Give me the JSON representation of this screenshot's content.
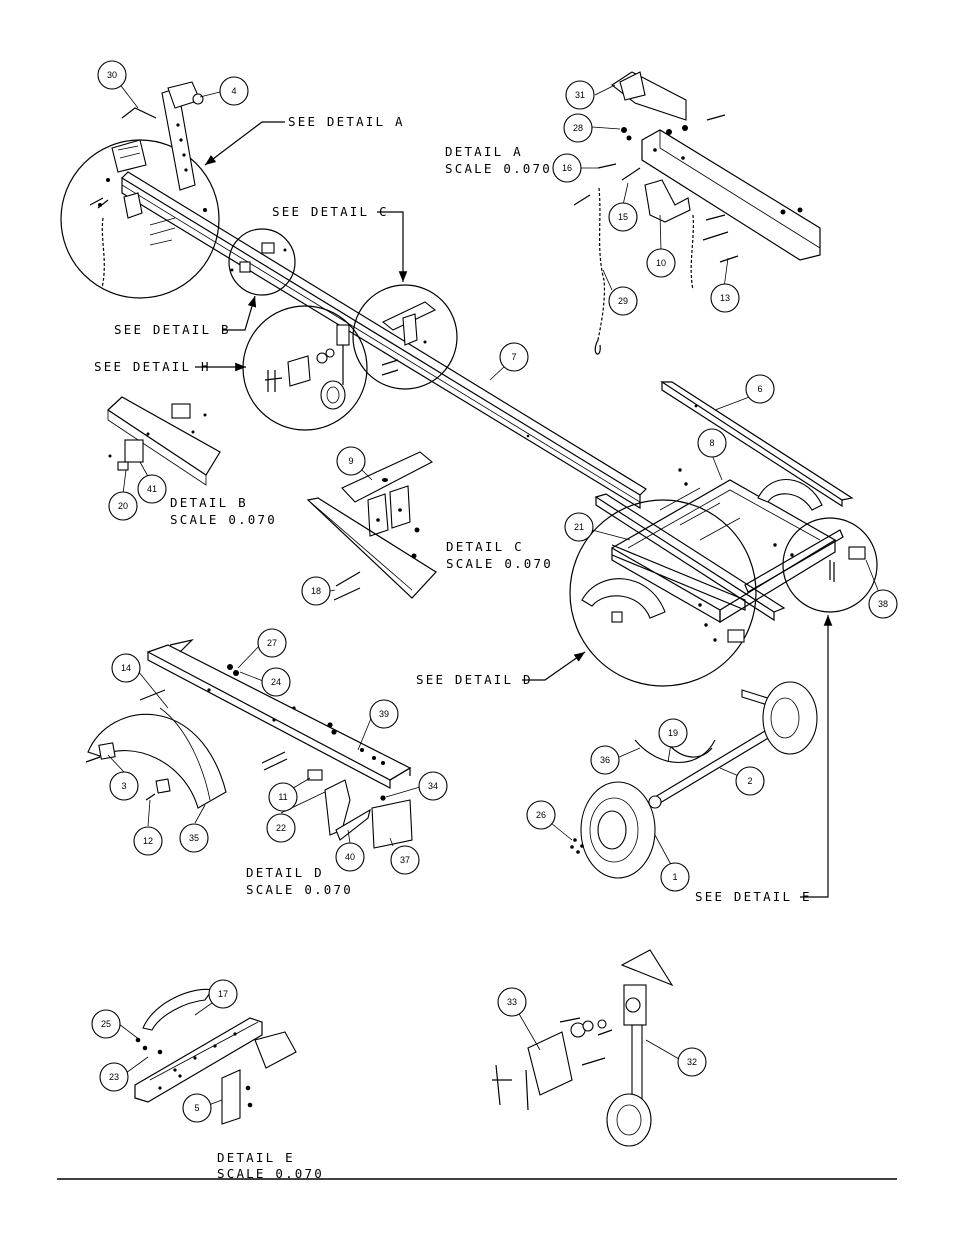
{
  "balloons": [
    {
      "id": "30"
    },
    {
      "id": "4"
    },
    {
      "id": "31"
    },
    {
      "id": "28"
    },
    {
      "id": "16"
    },
    {
      "id": "15"
    },
    {
      "id": "10"
    },
    {
      "id": "29"
    },
    {
      "id": "13"
    },
    {
      "id": "7"
    },
    {
      "id": "6"
    },
    {
      "id": "8"
    },
    {
      "id": "9"
    },
    {
      "id": "20"
    },
    {
      "id": "41"
    },
    {
      "id": "21"
    },
    {
      "id": "18"
    },
    {
      "id": "38"
    },
    {
      "id": "27"
    },
    {
      "id": "24"
    },
    {
      "id": "14"
    },
    {
      "id": "39"
    },
    {
      "id": "3"
    },
    {
      "id": "11"
    },
    {
      "id": "34"
    },
    {
      "id": "12"
    },
    {
      "id": "35"
    },
    {
      "id": "22"
    },
    {
      "id": "40"
    },
    {
      "id": "37"
    },
    {
      "id": "36"
    },
    {
      "id": "19"
    },
    {
      "id": "2"
    },
    {
      "id": "26"
    },
    {
      "id": "1"
    },
    {
      "id": "17"
    },
    {
      "id": "25"
    },
    {
      "id": "23"
    },
    {
      "id": "5"
    },
    {
      "id": "33"
    },
    {
      "id": "32"
    }
  ],
  "callouts": {
    "see_a": "SEE DETAIL  A",
    "see_c": "SEE DETAIL  C",
    "see_b": "SEE DETAIL  B",
    "see_h": "SEE DETAIL  H",
    "see_d": "SEE DETAIL  D",
    "see_e": "SEE DETAIL  E"
  },
  "details": {
    "a": {
      "title": "DETAIL  A",
      "scale": "SCALE  0.070"
    },
    "b": {
      "title": "DETAIL  B",
      "scale": "SCALE  0.070"
    },
    "c": {
      "title": "DETAIL  C",
      "scale": "SCALE  0.070"
    },
    "d": {
      "title": "DETAIL  D",
      "scale": "SCALE  0.070"
    },
    "e": {
      "title": "DETAIL  E",
      "scale": "SCALE  0.070"
    },
    "h": {
      "title": "DETAIL  H"
    }
  }
}
